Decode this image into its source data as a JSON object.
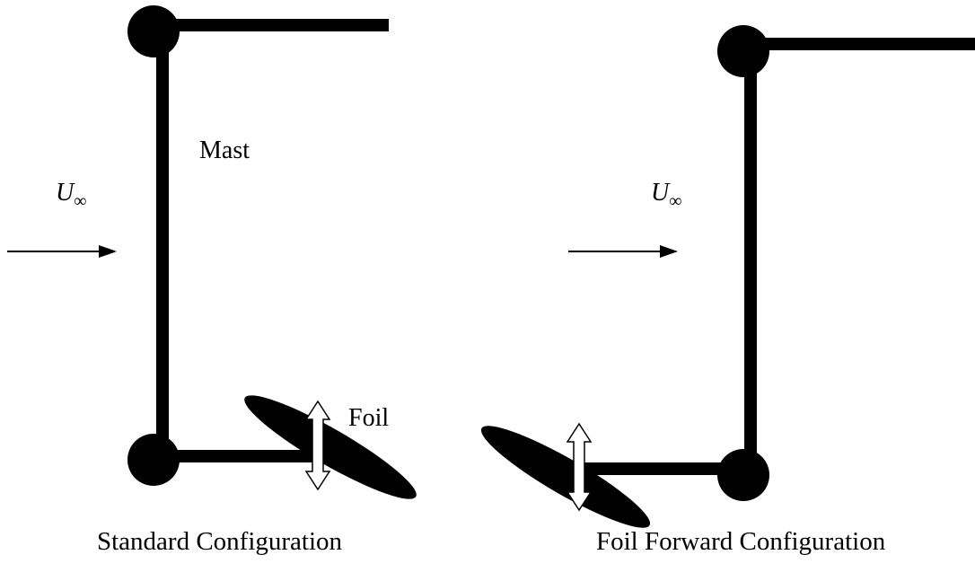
{
  "labels": {
    "mast": "Mast",
    "foil": "Foil",
    "freestream_symbol": "U",
    "freestream_subscript": "∞"
  },
  "captions": {
    "standard": "Standard Configuration",
    "foil_forward": "Foil Forward Configuration"
  },
  "colors": {
    "structure": "#000000",
    "background": "#ffffff"
  },
  "icons": {
    "flow_arrow": "right-arrow-icon",
    "heave_arrow": "double-headed-vertical-arrow-icon",
    "pivot": "filled-circle-icon"
  }
}
